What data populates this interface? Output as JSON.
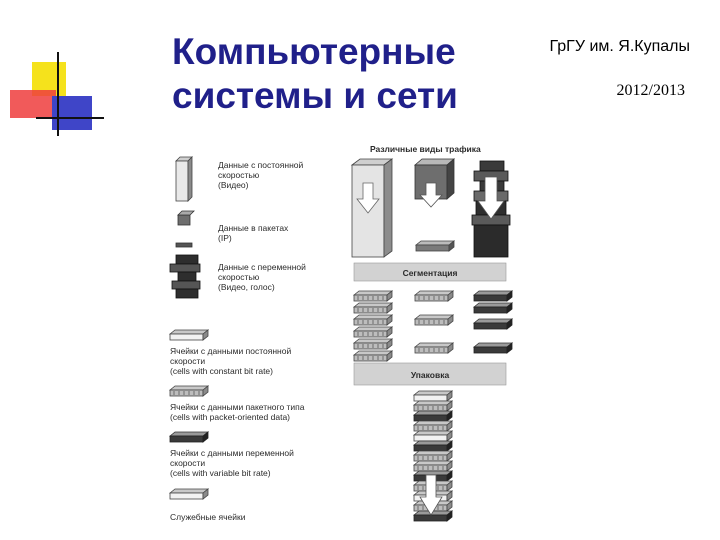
{
  "header": {
    "title_line1": "Компьютерные",
    "title_line2": "системы и сети",
    "institution": "ГрГУ им. Я.Купалы",
    "year": "2012/2013"
  },
  "colors": {
    "title": "#20208a",
    "deco_yellow": "#f5e21c",
    "deco_red": "#ee3d3d",
    "deco_blue": "#3f45c8"
  },
  "diagram": {
    "traffic_title": "Различные виды трафика",
    "legend_top": [
      {
        "line1": "Данные с постоянной",
        "line2": "скоростью",
        "line3": "(Видео)"
      },
      {
        "line1": "Данные в пакетах",
        "line2": "(IP)"
      },
      {
        "line1": "Данные с переменной",
        "line2": "скоростью",
        "line3": "(Видео, голос)"
      }
    ],
    "cells_legend": [
      {
        "line1": "Ячейки с данными постоянной",
        "line2": "скорости",
        "line3": "(cells with constant bit rate)"
      },
      {
        "line1": "Ячейки с данными пакетного типа",
        "line2": "(cells with packet-oriented data)"
      },
      {
        "line1": "Ячейки с данными переменной",
        "line2": "скорости",
        "line3": "(cells with variable bit rate)"
      },
      {
        "line1": "Служебные ячейки"
      }
    ],
    "stage_segmentation": "Сегментация",
    "stage_packing": "Упаковка"
  }
}
